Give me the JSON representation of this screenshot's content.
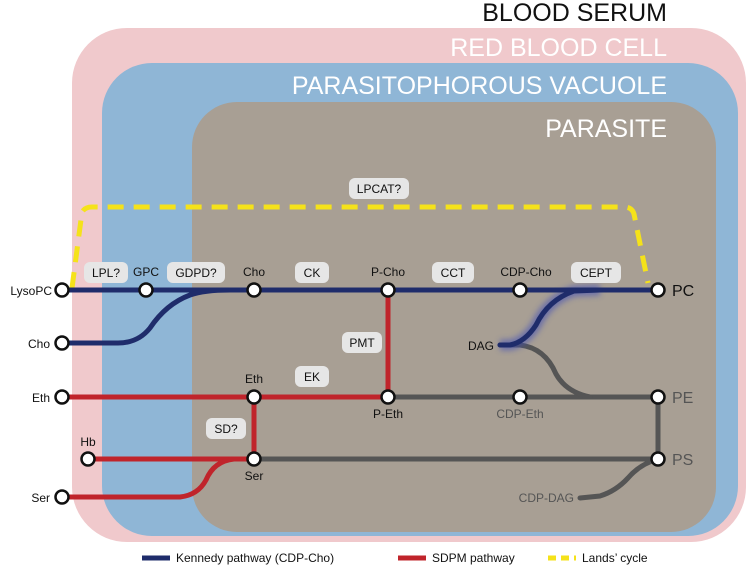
{
  "regions": {
    "blood_serum": "BLOOD SERUM",
    "red_blood_cell": "RED BLOOD CELL",
    "vacuole": "PARASITOPHOROUS VACUOLE",
    "parasite": "PARASITE"
  },
  "metabolites": {
    "lysopc": "LysoPC",
    "gpc": "GPC",
    "cho_parasite": "Cho",
    "p_cho": "P-Cho",
    "cdp_cho": "CDP-Cho",
    "pc": "PC",
    "cho_ext": "Cho",
    "eth_ext": "Eth",
    "hb": "Hb",
    "ser_ext": "Ser",
    "eth_parasite": "Eth",
    "ser_parasite": "Ser",
    "p_eth": "P-Eth",
    "cdp_eth": "CDP-Eth",
    "dag": "DAG",
    "cdp_dag": "CDP-DAG",
    "pe": "PE",
    "ps": "PS"
  },
  "enzymes": {
    "lpcat": "LPCAT?",
    "lpl": "LPL?",
    "gdpd": "GDPD?",
    "ck": "CK",
    "cct": "CCT",
    "cept": "CEPT",
    "pmt": "PMT",
    "ek": "EK",
    "sd": "SD?"
  },
  "legend": {
    "kennedy": "Kennedy pathway (CDP-Cho)",
    "sdpm": "SDPM pathway",
    "lands": "Lands’ cycle"
  },
  "colors": {
    "serum_bg": "#ffffff",
    "rbc": "#f0c9cc",
    "vacuole": "#8fb6d6",
    "parasite": "#a89f94",
    "kennedy": "#1f2c6b",
    "sdpm": "#c0242b",
    "other_pathway": "#555555",
    "lands": "#f5e21a",
    "enzyme_box": "#e6e6e6",
    "rbc_text": "#ffffff",
    "vacuole_text": "#ffffff",
    "parasite_text": "#ffffff"
  }
}
